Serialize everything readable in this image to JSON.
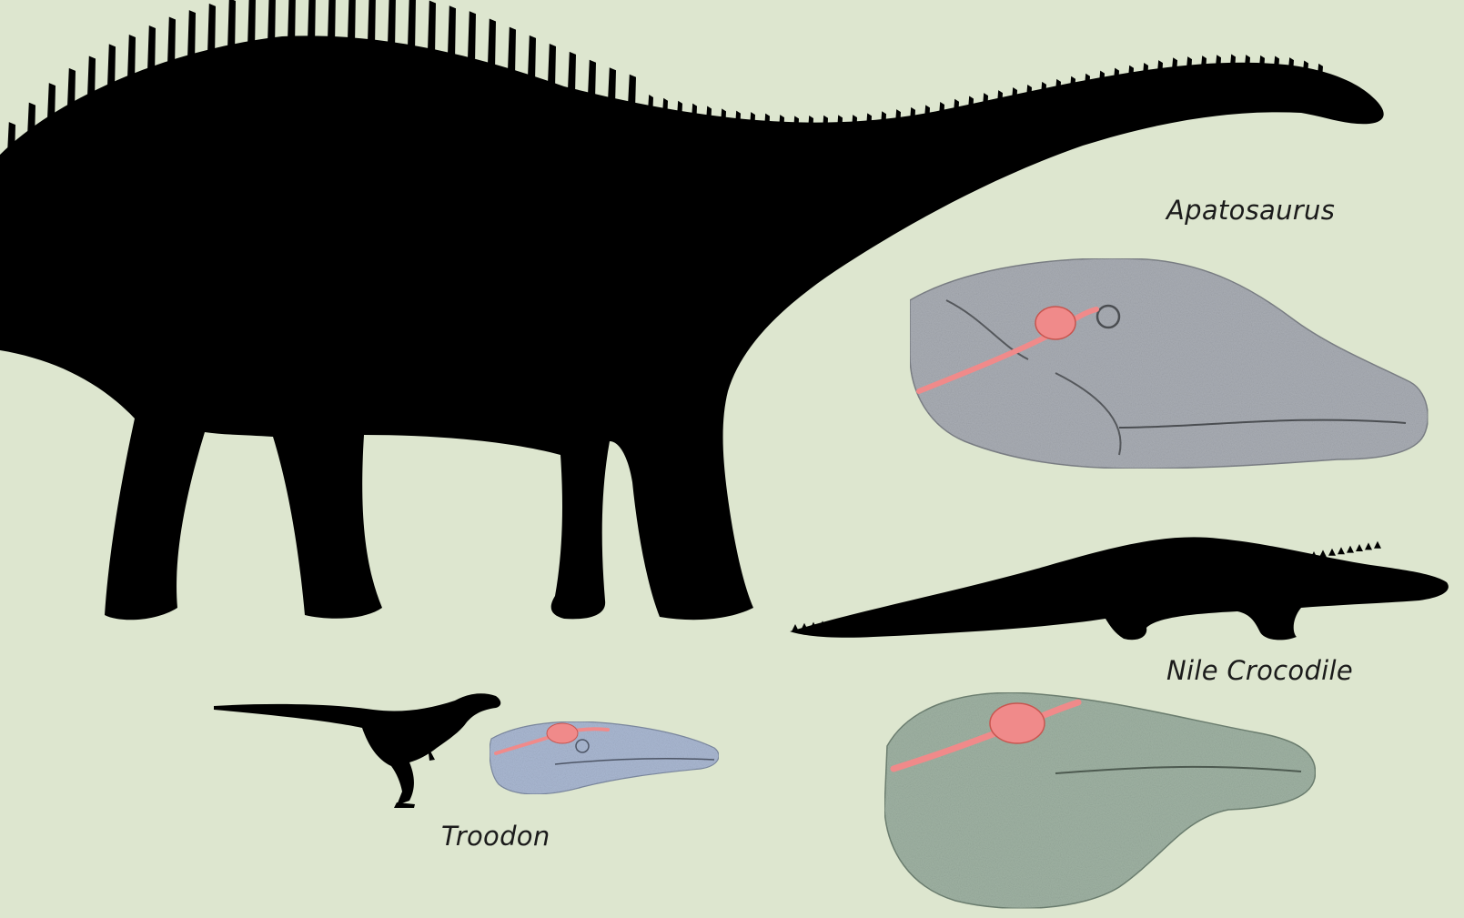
{
  "labels": {
    "apatosaurus": "Apatosaurus",
    "crocodile": "Nile Crocodile",
    "troodon": "Troodon"
  },
  "colors": {
    "background": "#dde6cf",
    "silhouette": "#000000",
    "apatosaurus_head": "#a9adb4",
    "crocodile_head": "#9fb2a3",
    "troodon_head": "#aab8d2",
    "brain": "#f08a8a"
  }
}
